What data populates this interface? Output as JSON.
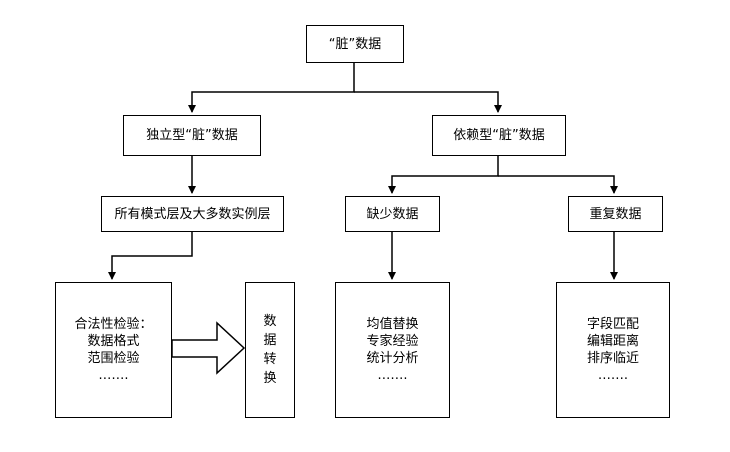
{
  "diagram": {
    "root": "“脏”数据",
    "independent": "独立型“脏”数据",
    "dependent": "依赖型“脏”数据",
    "schema_instance": "所有模式层及大多数实例层",
    "missing": "缺少数据",
    "duplicate": "重复数据",
    "legality": [
      "合法性检验：",
      "数据格式",
      "范围检验",
      "……."
    ],
    "transform": [
      "数",
      "据",
      "转",
      "换"
    ],
    "missing_methods": [
      "均值替换",
      "专家经验",
      "统计分析",
      "……."
    ],
    "duplicate_methods": [
      "字段匹配",
      "编辑距离",
      "排序临近",
      "……."
    ]
  }
}
